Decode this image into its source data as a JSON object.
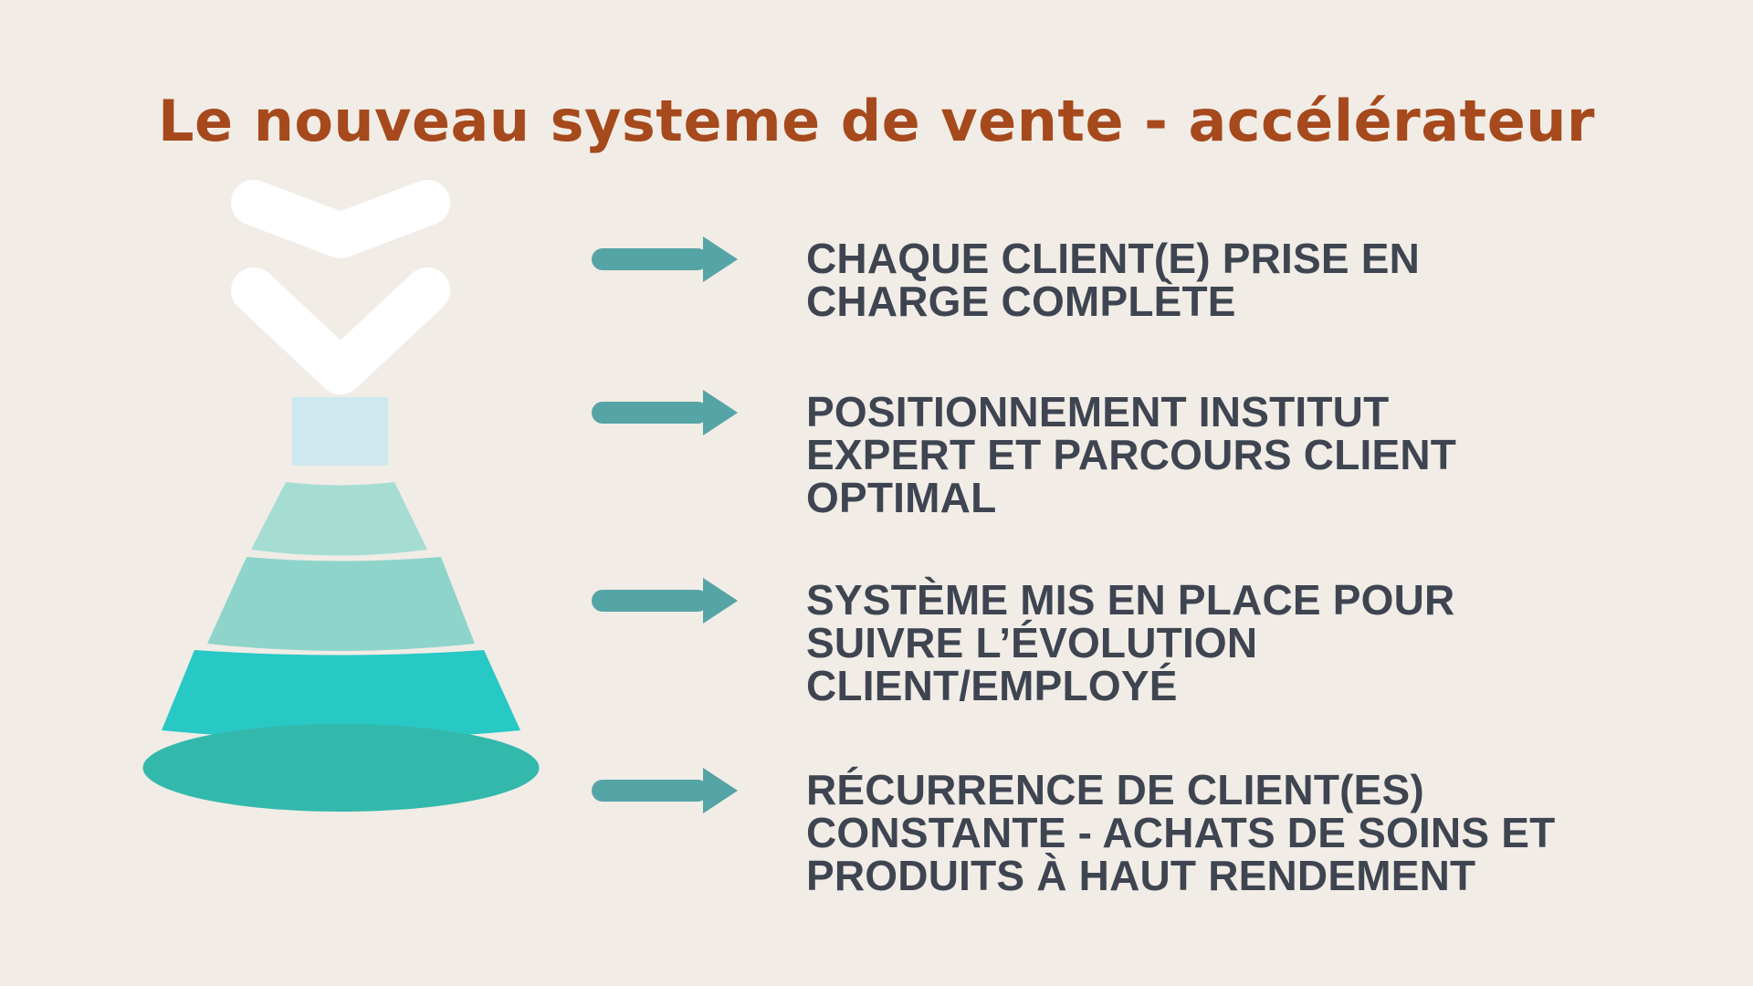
{
  "title": {
    "text": "Le nouveau systeme de vente - accélérateur",
    "color": "#a6491c"
  },
  "funnel": {
    "chevron_color": "#ffffff",
    "segments": [
      {
        "name": "funnel-top",
        "color": "#cde9ef"
      },
      {
        "name": "funnel-level-2",
        "color": "#a5ddd3"
      },
      {
        "name": "funnel-level-3",
        "color": "#8fd4ca"
      },
      {
        "name": "funnel-level-4",
        "color": "#28c8c5"
      },
      {
        "name": "funnel-base",
        "color": "#32b9ac"
      }
    ]
  },
  "bullets": [
    {
      "icon": "arrow-right-icon",
      "lines": [
        "CHAQUE CLIENT(E) PRISE EN",
        "CHARGE COMPLÈTE"
      ]
    },
    {
      "icon": "arrow-right-icon",
      "lines": [
        "POSITIONNEMENT INSTITUT",
        "EXPERT ET PARCOURS CLIENT",
        "OPTIMAL"
      ]
    },
    {
      "icon": "arrow-right-icon",
      "lines": [
        "SYSTÈME MIS EN PLACE POUR",
        "SUIVRE L’ÉVOLUTION",
        "CLIENT/EMPLOYÉ"
      ]
    },
    {
      "icon": "arrow-right-icon",
      "lines": [
        "RÉCURRENCE DE CLIENT(ES)",
        "CONSTANTE - ACHATS DE SOINS ET",
        "PRODUITS À HAUT RENDEMENT"
      ]
    }
  ],
  "colors": {
    "background": "#f1ece6",
    "title": "#a6491c",
    "body_text": "#3e4551",
    "arrow": "#55a4a6",
    "chevron": "#ffffff",
    "funnel_top": "#cde9ef",
    "funnel_level_2": "#a5ddd3",
    "funnel_level_3": "#8fd4ca",
    "funnel_level_4": "#28c8c5",
    "funnel_base": "#32b9ac"
  }
}
